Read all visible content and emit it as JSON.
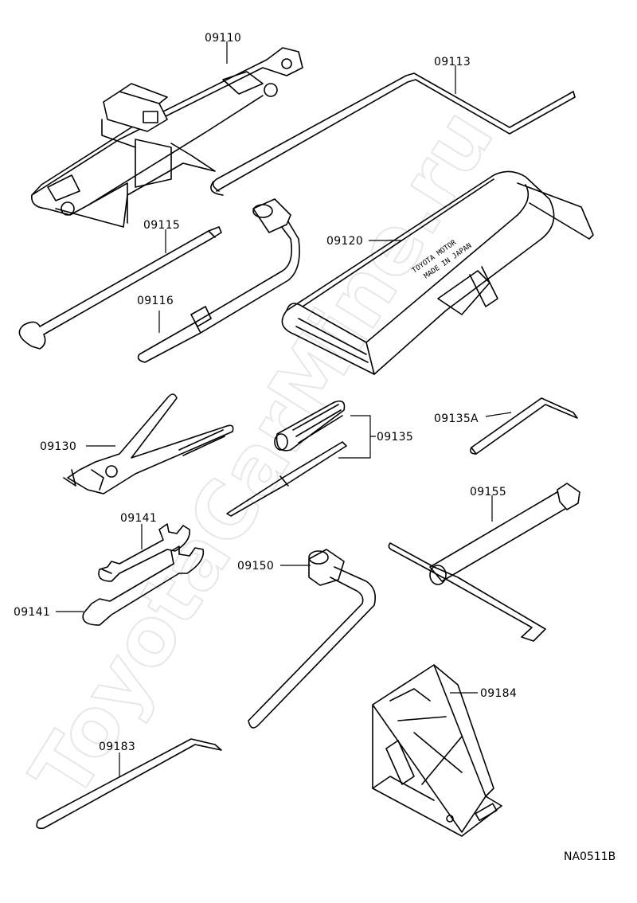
{
  "watermark": "ToyotaCarMine.ru",
  "figure_code": "NA0511B",
  "case_stamp": {
    "line1": "TOYOTA MOTOR",
    "line2": "MADE IN JAPAN"
  },
  "parts": [
    {
      "id": "jack",
      "number": "09110"
    },
    {
      "id": "jack-handle",
      "number": "09113"
    },
    {
      "id": "handle-extension",
      "number": "09115"
    },
    {
      "id": "wheel-nut-wrench-rod",
      "number": "09116"
    },
    {
      "id": "tool-bag",
      "number": "09120"
    },
    {
      "id": "pliers",
      "number": "09130"
    },
    {
      "id": "screwdriver",
      "number": "09135"
    },
    {
      "id": "hex-wrench",
      "number": "09135A"
    },
    {
      "id": "wrench-upper",
      "number": "09141"
    },
    {
      "id": "wrench-lower",
      "number": "09141"
    },
    {
      "id": "wheel-nut-wrench",
      "number": "09150"
    },
    {
      "id": "jack-handle-t",
      "number": "09155"
    },
    {
      "id": "jack-stand",
      "number": "09184"
    },
    {
      "id": "hook-bar",
      "number": "09183"
    }
  ]
}
